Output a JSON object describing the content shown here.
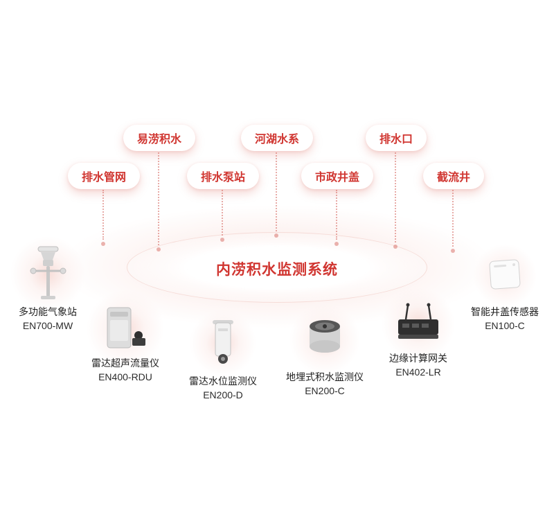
{
  "title": "内涝积水监测系统",
  "colors": {
    "accent": "#d03530",
    "tag_background": "#ffffff",
    "label_text": "#1e1e1e",
    "halo_pink": "#f6d5d0"
  },
  "tags": [
    {
      "label": "易涝积水"
    },
    {
      "label": "河湖水系"
    },
    {
      "label": "排水口"
    },
    {
      "label": "排水管网"
    },
    {
      "label": "排水泵站"
    },
    {
      "label": "市政井盖"
    },
    {
      "label": "截流井"
    }
  ],
  "devices": [
    {
      "name": "多功能气象站",
      "model": "EN700-MW",
      "icon": "weather-station-icon"
    },
    {
      "name": "雷达超声流量仪",
      "model": "EN400-RDU",
      "icon": "flow-meter-icon"
    },
    {
      "name": "雷达水位监测仪",
      "model": "EN200-D",
      "icon": "water-level-monitor-icon"
    },
    {
      "name": "地埋式积水监测仪",
      "model": "EN200-C",
      "icon": "buried-water-sensor-icon"
    },
    {
      "name": "边缘计算网关",
      "model": "EN402-LR",
      "icon": "edge-gateway-icon"
    },
    {
      "name": "智能井盖传感器",
      "model": "EN100-C",
      "icon": "manhole-cover-sensor-icon"
    }
  ]
}
